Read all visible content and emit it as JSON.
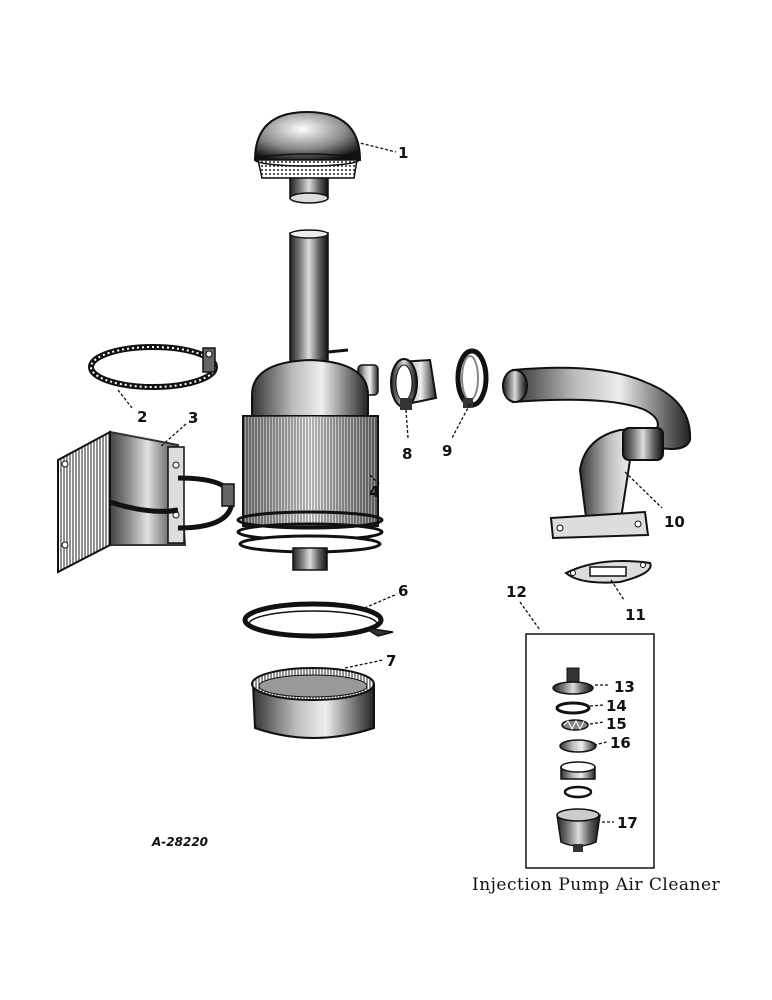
{
  "figure_id": "A-28220",
  "caption": "Injection Pump Air Cleaner",
  "callouts": {
    "c1": "1",
    "c2": "2",
    "c3": "3",
    "c4": "4",
    "c5": "6",
    "c6": "7",
    "c7": "8",
    "c8": "9",
    "c9": "10",
    "c10": "11",
    "c11": "12",
    "c12": "13",
    "c13": "14",
    "c14": "15",
    "c15": "16",
    "c16": "17"
  },
  "colors": {
    "ink": "#111111",
    "paper": "#ffffff",
    "shade": "#555555"
  }
}
